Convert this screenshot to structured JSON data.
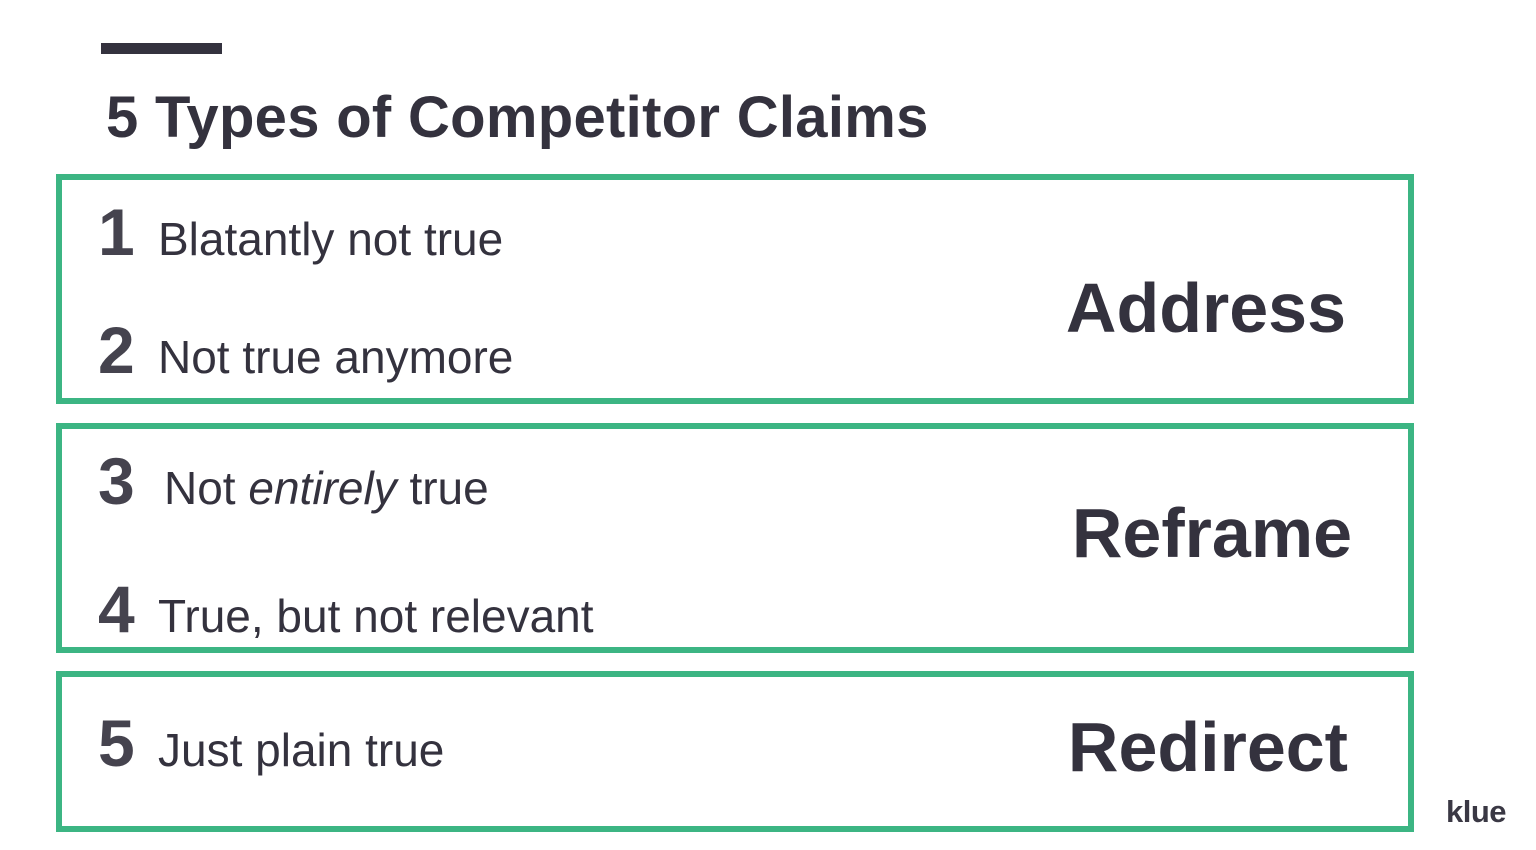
{
  "slide": {
    "title": "5 Types of Competitor Claims",
    "border_color": "#3cb583",
    "text_color": "#34323e"
  },
  "groups": [
    {
      "action": "Address",
      "claims": [
        {
          "number": "1",
          "text": "Blatantly not true"
        },
        {
          "number": "2",
          "text": "Not true anymore"
        }
      ]
    },
    {
      "action": "Reframe",
      "claims": [
        {
          "number": "3",
          "text_before": "Not ",
          "text_emphasis": "entirely",
          "text_after": " true"
        },
        {
          "number": "4",
          "text": "True, but not relevant"
        }
      ]
    },
    {
      "action": "Redirect",
      "claims": [
        {
          "number": "5",
          "text": "Just plain true"
        }
      ]
    }
  ],
  "branding": {
    "logo_text": "klue"
  }
}
